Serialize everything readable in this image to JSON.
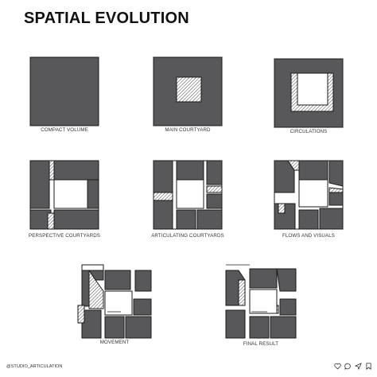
{
  "title": "SPATIAL EVOLUTION",
  "diagrams": [
    {
      "caption": "COMPACT VOLUME"
    },
    {
      "caption": "MAIN COURTYARD"
    },
    {
      "caption": "CIRCULATIONS"
    },
    {
      "caption": "PERSPECTIVE COURTYARDS"
    },
    {
      "caption": "ARTICULATING COURTYARDS"
    },
    {
      "caption": "FLOWS AND VISUALS"
    },
    {
      "caption": "MOVEMENT"
    },
    {
      "caption": "FINAL RESULT"
    }
  ],
  "footer": {
    "handle": "@STUDIO_ARTICULATION",
    "icons": [
      "heart-icon",
      "comment-icon",
      "share-icon",
      "bookmark-icon"
    ]
  },
  "colors": {
    "solid": "#58585a",
    "outline": "#1a1a1a",
    "background": "#ffffff"
  }
}
